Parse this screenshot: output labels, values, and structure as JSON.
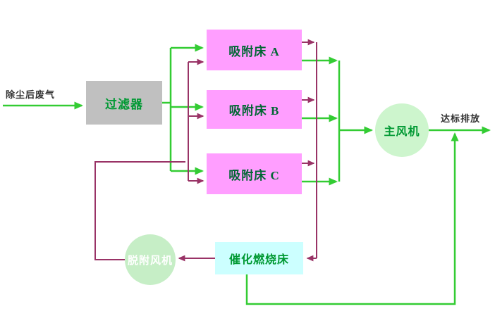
{
  "diagram": {
    "labels": {
      "inlet": "除尘后废气",
      "outlet": "达标排放"
    },
    "nodes": {
      "filter": {
        "label": "过滤器"
      },
      "bed_a": {
        "label": "吸附床 A"
      },
      "bed_b": {
        "label": "吸附床 B"
      },
      "bed_c": {
        "label": "吸附床 C"
      },
      "main_fan": {
        "label": "主风机"
      },
      "desorption_fan": {
        "label": "脱附风机"
      },
      "catalytic_bed": {
        "label": "催化燃烧床"
      }
    },
    "colors": {
      "main_flow_arrow": "#33cc33",
      "desorption_flow_arrow": "#993366",
      "filter_fill": "#c0c0c0",
      "adsorption_bed_fill": "#ff9eff",
      "catalytic_bed_fill": "#ccffff",
      "main_fan_fill": "#cdf5cd",
      "desorption_fan_fill": "#c6eec6",
      "node_text_green": "#009933"
    },
    "edges": [
      {
        "from": "inlet",
        "to": "filter",
        "flow": "main"
      },
      {
        "from": "filter",
        "to": "bed_a",
        "flow": "main"
      },
      {
        "from": "filter",
        "to": "bed_b",
        "flow": "main"
      },
      {
        "from": "filter",
        "to": "bed_c",
        "flow": "main"
      },
      {
        "from": "bed_a",
        "to": "main_fan",
        "flow": "main"
      },
      {
        "from": "bed_b",
        "to": "main_fan",
        "flow": "main"
      },
      {
        "from": "bed_c",
        "to": "main_fan",
        "flow": "main"
      },
      {
        "from": "main_fan",
        "to": "outlet",
        "flow": "main"
      },
      {
        "from": "catalytic_bed",
        "to": "outlet",
        "flow": "main"
      },
      {
        "from": "bed_a",
        "to": "catalytic_bed",
        "flow": "desorption"
      },
      {
        "from": "bed_b",
        "to": "catalytic_bed",
        "flow": "desorption"
      },
      {
        "from": "bed_c",
        "to": "catalytic_bed",
        "flow": "desorption"
      },
      {
        "from": "catalytic_bed",
        "to": "desorption_fan",
        "flow": "desorption"
      },
      {
        "from": "desorption_fan",
        "to": "bed_a",
        "flow": "desorption"
      },
      {
        "from": "desorption_fan",
        "to": "bed_b",
        "flow": "desorption"
      },
      {
        "from": "desorption_fan",
        "to": "bed_c",
        "flow": "desorption"
      }
    ]
  }
}
